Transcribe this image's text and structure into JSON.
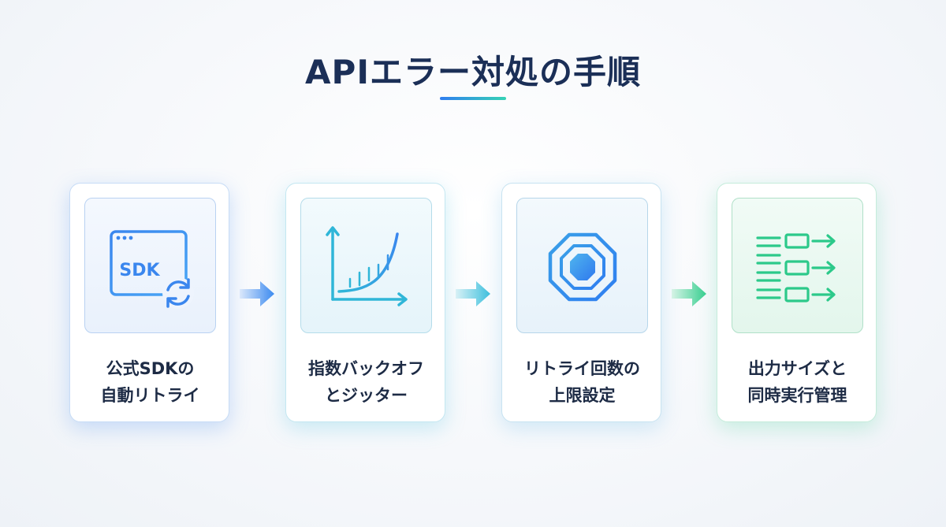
{
  "title": "APIエラー対処の手順",
  "steps": [
    {
      "line1": "公式SDKの",
      "line2": "自動リトライ",
      "icon": "sdk-window-refresh-icon",
      "icon_text": "SDK",
      "color": "#3a86ee"
    },
    {
      "line1": "指数バックオフ",
      "line2": "とジッター",
      "icon": "exponential-curve-chart-icon",
      "color": "#2fb6d8"
    },
    {
      "line1": "リトライ回数の",
      "line2": "上限設定",
      "icon": "stop-octagon-icon",
      "color": "#3a9be6"
    },
    {
      "line1": "出力サイズと",
      "line2": "同時実行管理",
      "icon": "list-boxes-arrows-icon",
      "color": "#2cc98a"
    }
  ],
  "colors": {
    "title": "#1b2f57",
    "accent_blue": "#2f7ef0",
    "accent_teal": "#35d3b5"
  }
}
